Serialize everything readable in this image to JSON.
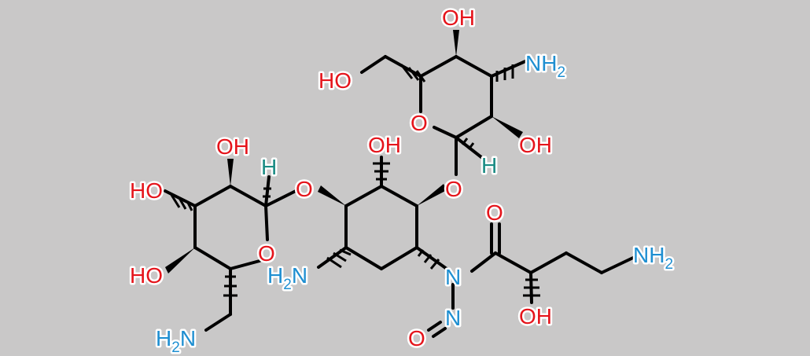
{
  "diagram": {
    "labels": {
      "oh_top": "OH",
      "nh2_top": "NH",
      "nh2_top_sub": "2",
      "ho_ch2": "HO",
      "o_ring_top": "O",
      "oh_right_top": "OH",
      "h_top_anomer": "H",
      "o_link_right": "O",
      "oh_mid": "OH",
      "o_link_left": "O",
      "oh_left_top": "OH",
      "h_left_anomer": "H",
      "ho_left_a": "HO",
      "o_ring_left": "O",
      "ho_left_b": "HO",
      "h2n_left_bottom": "H",
      "h2n_left_bottom_sub": "2",
      "h2n_left_bottom_tail": "N",
      "h2n_center": "H",
      "h2n_center_sub": "2",
      "h2n_center_tail": "N",
      "n_amide": "N",
      "n_nitroso": "N",
      "o_nitroso": "O",
      "o_carbonyl": "O",
      "oh_chain": "OH",
      "nh2_chain": "NH",
      "nh2_chain_sub": "2"
    },
    "colors": {
      "oxygen": "#e5141b",
      "nitrogen": "#1f8fd1",
      "hydrogen": "#1b8c84",
      "bond": "#000000",
      "background": "#c9c8c8"
    }
  }
}
